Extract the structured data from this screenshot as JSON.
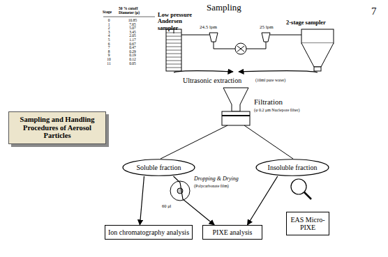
{
  "diagram": {
    "nodes": [
      {
        "text": [
          "Sampling and Handling Procedures of Aerosol Particles"
        ]
      },
      {
        "text": [
          "Soluble fraction"
        ]
      },
      {
        "text": [
          "Insoluble fraction"
        ]
      },
      {
        "text": [
          "Ion chromatography analysis"
        ]
      },
      {
        "text": [
          "PIXE analysis"
        ]
      },
      {
        "text": [
          "EAS Micro-PIXE"
        ]
      }
    ],
    "edges": [
      {
        "from": 1,
        "to": 3,
        "arrow": "to"
      },
      {
        "from": 1,
        "to": 4,
        "arrow": "to"
      },
      {
        "from": 2,
        "to": 4,
        "arrow": "to"
      }
    ],
    "labels": [
      "7",
      "Stage",
      "50 % cutoff Diameter (μ)",
      "0",
      "10.85",
      "1",
      "7.65",
      "2",
      "5.07",
      "3",
      "3.45",
      "4",
      "2.05",
      "5",
      "1.17",
      "6",
      "0.67",
      "7",
      "0.47",
      "8",
      "0.29",
      "9",
      "0.19",
      "10",
      "0.12",
      "11",
      "0.05",
      "Sampling",
      "Low pressure Andersen sampler",
      "2-stage sampler",
      "24.5 lpm",
      "25 lpm",
      "Ultrasonic extraction",
      "(10ml pure water)",
      "Filtration",
      "(φ 0.2 μm Nuclepore filter)",
      "Dropping & Drying",
      "(Polycarbonate film)",
      "60 μl"
    ]
  }
}
